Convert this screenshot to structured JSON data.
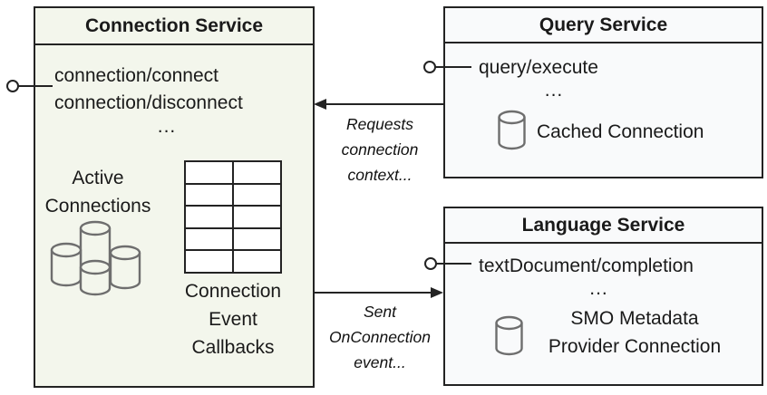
{
  "connection_service": {
    "title": "Connection Service",
    "methods": [
      "connection/connect",
      "connection/disconnect"
    ],
    "ellipsis": "...",
    "active_label": [
      "Active",
      "Connections"
    ],
    "callbacks_label": [
      "Connection",
      "Event",
      "Callbacks"
    ],
    "callback_table": {
      "rows": 5,
      "cols": 2
    },
    "icon": "database-cluster-icon"
  },
  "query_service": {
    "title": "Query Service",
    "method": "query/execute",
    "ellipsis": "...",
    "cached_label": "Cached Connection",
    "icon": "database-cylinder-icon"
  },
  "language_service": {
    "title": "Language Service",
    "method": "textDocument/completion",
    "ellipsis": "...",
    "provider_label": [
      "SMO Metadata",
      "Provider Connection"
    ],
    "icon": "database-cylinder-icon"
  },
  "annotations": {
    "requests_context": [
      "Requests",
      "connection",
      "context..."
    ],
    "sent_event": [
      "Sent",
      "OnConnection",
      "event..."
    ]
  },
  "colors": {
    "connection_fill": "#f3f6ec",
    "service_fill": "#f9fafb",
    "border": "#232323",
    "cylinder_stroke": "#6e6e6e"
  }
}
